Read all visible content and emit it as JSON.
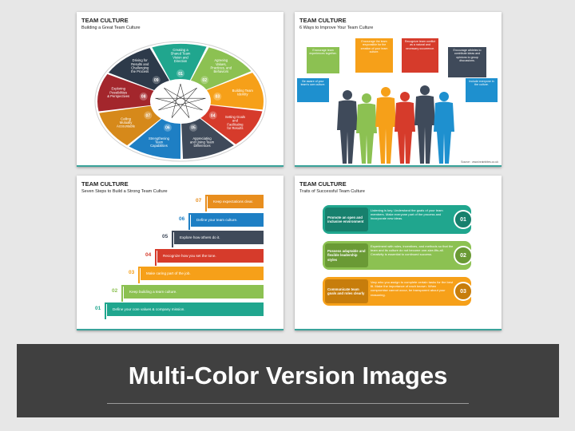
{
  "slide1": {
    "title": "TEAM CULTURE",
    "subtitle": "Building a Great Team Culture",
    "segments": [
      {
        "num": "01",
        "label": "Creating a Shared Team Vision and Direction",
        "color": "#20a68e"
      },
      {
        "num": "02",
        "label": "Agreeing Values, Practices, and Behaviors",
        "color": "#8cc152"
      },
      {
        "num": "03",
        "label": "Building Team Identity",
        "color": "#f6a019"
      },
      {
        "num": "04",
        "label": "Setting Goals and Facilitating for Results",
        "color": "#d63b2b"
      },
      {
        "num": "05",
        "label": "Appreciating and Using Team Differences",
        "color": "#3f4a5a"
      },
      {
        "num": "06",
        "label": "Strengthening Team Capabilities",
        "color": "#1e7fc4"
      },
      {
        "num": "07",
        "label": "Ceiling Mutually Accountable",
        "color": "#d6891a"
      },
      {
        "num": "08",
        "label": "Exploring Possibilities & Perspectives",
        "color": "#a3262c"
      },
      {
        "num": "09",
        "label": "Driving for Results and Challenging the Process",
        "color": "#2d3a4a"
      }
    ]
  },
  "slide2": {
    "title": "TEAM CULTURE",
    "subtitle": "6 Ways to Improve Your Team Culture",
    "bubbles": [
      {
        "text": "Be aware of your team's own culture.",
        "color": "#1e90cf"
      },
      {
        "text": "Encourage team experiences together.",
        "color": "#8cc152"
      },
      {
        "text": "Encourage the team responsible for the creation of your team culture.",
        "color": "#f6a019"
      },
      {
        "text": "Recognize team conflict as a natural and necessary occurrence.",
        "color": "#d63b2b"
      },
      {
        "text": "Encourage athletes to contribute ideas and opinions to group discussions.",
        "color": "#3f4a5a"
      },
      {
        "text": "Include everyone in the culture.",
        "color": "#1e90cf"
      }
    ],
    "source": "Source : www.brainbites.co.uk"
  },
  "slide3": {
    "title": "TEAM CULTURE",
    "subtitle": "Seven Steps to Build a Strong Team Culture",
    "steps": [
      {
        "num": "01",
        "label": "Define your core values & company mission.",
        "color": "#20a68e"
      },
      {
        "num": "02",
        "label": "Keep building a team culture.",
        "color": "#8cc152"
      },
      {
        "num": "03",
        "label": "Make caring part of the job.",
        "color": "#f6a019"
      },
      {
        "num": "04",
        "label": "Recognize how you set the tone.",
        "color": "#d63b2b"
      },
      {
        "num": "05",
        "label": "Explore how others do it.",
        "color": "#3f4a5a"
      },
      {
        "num": "06",
        "label": "Define your team culture.",
        "color": "#1e7fc4"
      },
      {
        "num": "07",
        "label": "Keep expectations clear.",
        "color": "#e88e1e"
      }
    ]
  },
  "slide4": {
    "title": "TEAM CULTURE",
    "subtitle": "Traits of Successful Team Culture",
    "traits": [
      {
        "num": "01",
        "label": "Promote an open and inclusive environment",
        "text": "Listening is key. Understand the goals of your team members. Make everyone part of the process and incorporate new ideas.",
        "color": "#20a68e",
        "dark": "#17806d"
      },
      {
        "num": "02",
        "label": "Possess adaptable and flexible leadership styles",
        "text": "Experiment with roles, incentives, and methods so that the team and its culture do not become one-size-fits-all. Creativity is essential to continued success.",
        "color": "#8cc152",
        "dark": "#6a9a35"
      },
      {
        "num": "03",
        "label": "Communicate team goals and roles clearly",
        "text": "Vary who you assign to complete certain tasks for the best fit. Make the importance of each known. When compromise cannot occur, be transparent about your reasoning.",
        "color": "#f6a019",
        "dark": "#c77d0c"
      }
    ]
  },
  "banner": {
    "title": "Multi-Color Version Images"
  }
}
